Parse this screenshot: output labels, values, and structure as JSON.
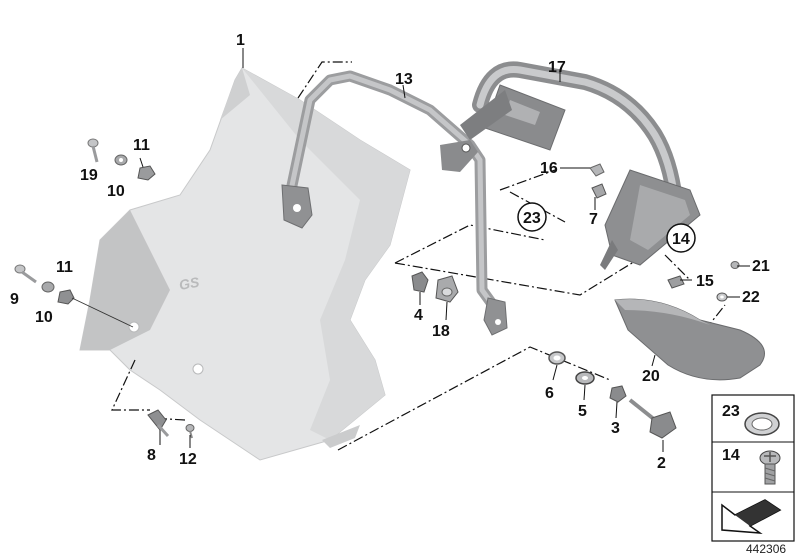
{
  "diagram": {
    "id": "442306",
    "shield_mark": "GS",
    "callouts": [
      "1",
      "2",
      "3",
      "4",
      "5",
      "6",
      "7",
      "8",
      "9",
      "10",
      "10",
      "11",
      "11",
      "12",
      "13",
      "14",
      "15",
      "16",
      "17",
      "18",
      "19",
      "20",
      "21",
      "22",
      "23"
    ],
    "circled_callouts": [
      "23",
      "14"
    ],
    "legend": [
      {
        "number": "23",
        "part": "o-ring-seal"
      },
      {
        "number": "14",
        "part": "torx-bolt"
      }
    ]
  }
}
